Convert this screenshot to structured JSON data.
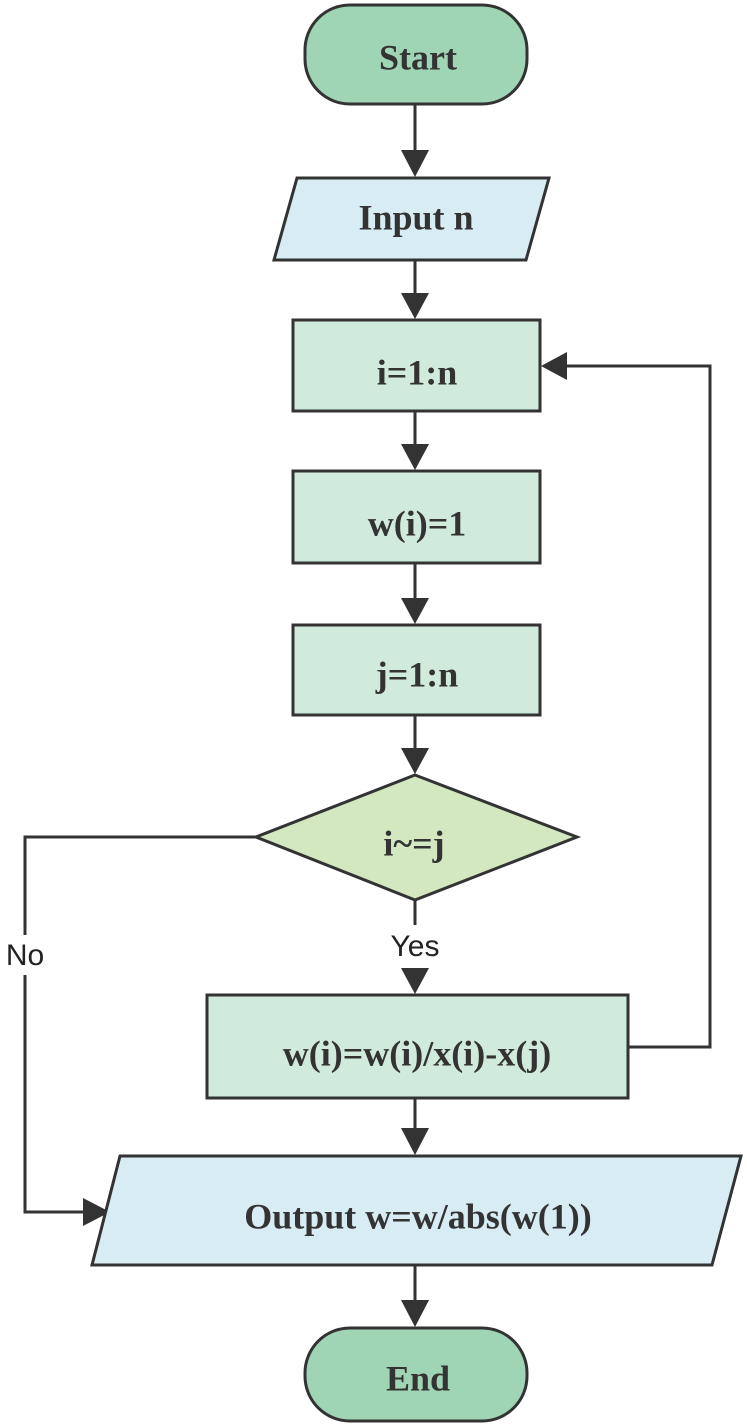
{
  "colors": {
    "terminal_fill": "#9fd5b5",
    "io_fill": "#d7ecf3",
    "process_fill": "#d0eadb",
    "decision_fill": "#d3e8c1",
    "stroke": "#333333",
    "text": "#333333"
  },
  "nodes": {
    "start": {
      "label": "Start",
      "shape": "terminal"
    },
    "input": {
      "label": "Input n",
      "shape": "io"
    },
    "loop_i": {
      "label": "i=1:n",
      "shape": "process"
    },
    "init_w": {
      "label": "w(i)=1",
      "shape": "process"
    },
    "loop_j": {
      "label": "j=1:n",
      "shape": "process"
    },
    "decision": {
      "label": "i~=j",
      "shape": "decision"
    },
    "update_w": {
      "label": "w(i)=w(i)/x(i)-x(j)",
      "shape": "process"
    },
    "output": {
      "label": "Output w=w/abs(w(1))",
      "shape": "io"
    },
    "end": {
      "label": "End",
      "shape": "terminal"
    }
  },
  "edges": {
    "yes_label": "Yes",
    "no_label": "No"
  }
}
